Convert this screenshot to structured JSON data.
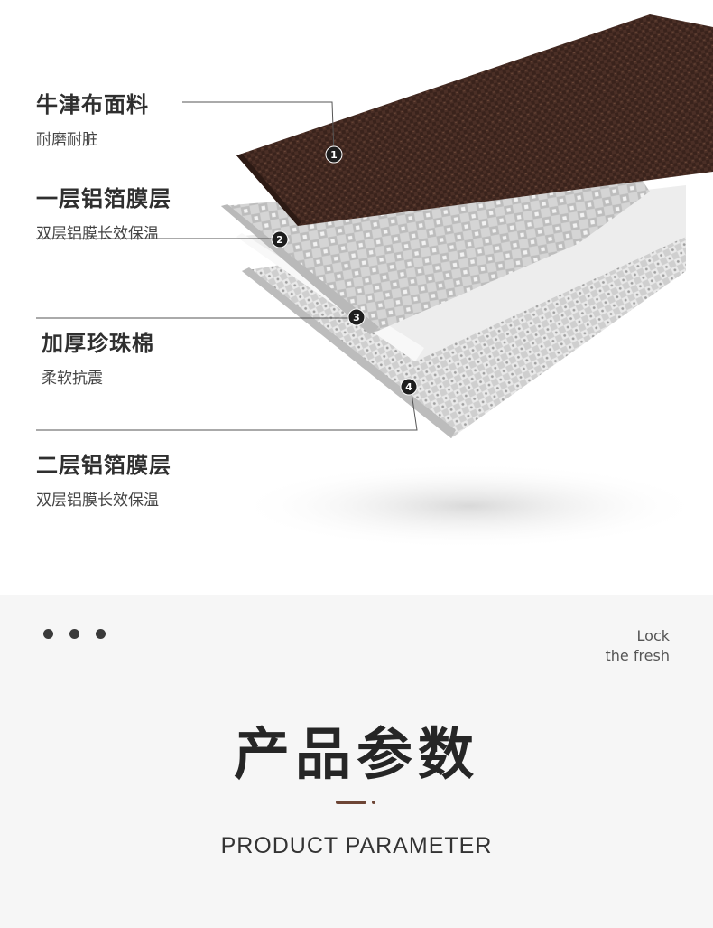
{
  "layers": [
    {
      "number": "1",
      "title": "牛津布面料",
      "subtitle": "耐磨耐脏"
    },
    {
      "number": "2",
      "title": "一层铝箔膜层",
      "subtitle": "双层铝膜长效保温"
    },
    {
      "number": "3",
      "title": "加厚珍珠棉",
      "subtitle": "柔软抗震"
    },
    {
      "number": "4",
      "title": "二层铝箔膜层",
      "subtitle": "双层铝膜长效保温"
    }
  ],
  "section": {
    "tagline_line1": "Lock",
    "tagline_line2": "the fresh",
    "title": "产品参数",
    "subtitle": "PRODUCT PARAMETER"
  },
  "colors": {
    "fabric": "#4a2e25",
    "foil": "#d9d9d9",
    "foam": "#eeeeee",
    "accent": "#6d4535",
    "section_bg": "#f6f6f6"
  }
}
